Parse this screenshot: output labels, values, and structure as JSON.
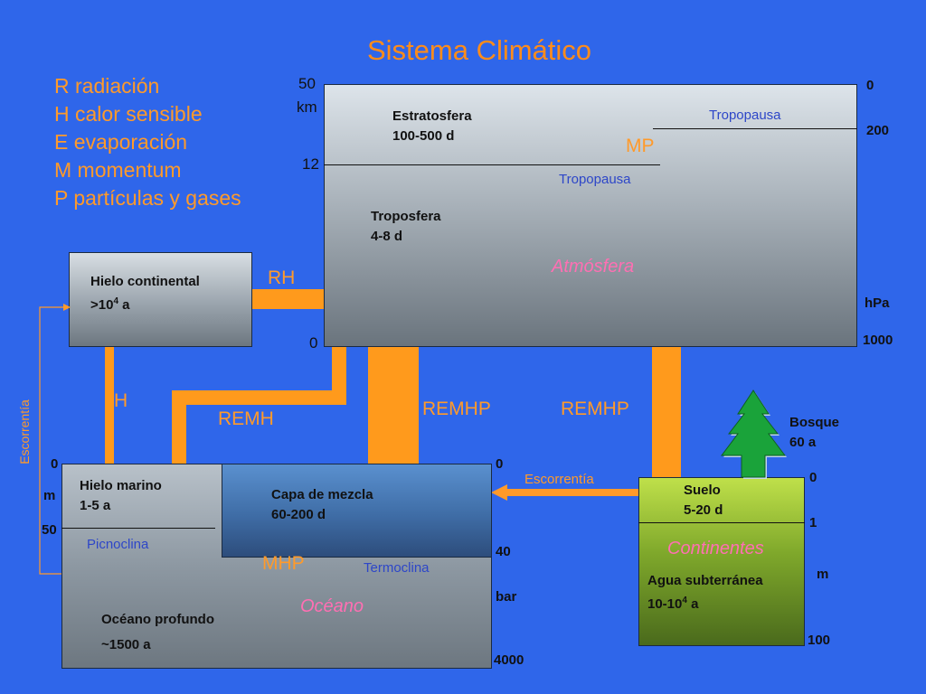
{
  "title": "Sistema Climático",
  "legend": [
    "R radiación",
    "H calor sensible",
    "E evaporación",
    "M momentum",
    "P partículas y gases"
  ],
  "atmosphere": {
    "name": "Atmósfera",
    "stratosphere": "Estratosfera",
    "stratosphere_time": "100-500 d",
    "troposphere": "Troposfera",
    "troposphere_time": "4-8 d",
    "tropopause": "Tropopausa",
    "left_axis": {
      "top": "50",
      "unit": "km",
      "mid": "12",
      "bottom": "0"
    },
    "right_axis": {
      "top": "0",
      "mid": "200",
      "unit": "hPa",
      "bottom": "1000"
    },
    "mp": "MP"
  },
  "ice": {
    "name": "Hielo continental",
    "time_prefix": ">10",
    "time_exp": "4",
    "time_suffix": " a"
  },
  "fluxes": {
    "rh": "RH",
    "h": "H",
    "remh": "REMH",
    "remhp_1": "REMHP",
    "remhp_2": "REMHP",
    "mhp": "MHP"
  },
  "runoff": {
    "vertical": "Escorrentía",
    "horizontal": "Escorrentía"
  },
  "ocean": {
    "name": "Océano",
    "sea_ice": "Hielo marino",
    "sea_ice_time": "1-5 a",
    "mixed_layer": "Capa de mezcla",
    "mixed_layer_time": "60-200 d",
    "picnocline": "Picnoclina",
    "thermocline": "Termoclina",
    "deep": "Océano profundo",
    "deep_time": "~1500 a",
    "left_axis": {
      "top": "0",
      "unit": "m",
      "mid": "50"
    },
    "right_axis": {
      "top": "0",
      "mid": "40",
      "unit": "bar",
      "bottom": "4000"
    }
  },
  "land": {
    "name": "Continentes",
    "soil": "Suelo",
    "soil_time": "5-20 d",
    "groundwater": "Agua subterránea",
    "groundwater_time_prefix": "10-10",
    "groundwater_time_exp": "4",
    "groundwater_time_suffix": " a",
    "forest": "Bosque",
    "forest_time": "60 a",
    "right_axis": {
      "top": "0",
      "mid": "1",
      "unit": "m",
      "bottom": "100"
    }
  },
  "colors": {
    "background": "#2f66ea",
    "pipe": "#ff9a1c",
    "title": "#ff8c1a",
    "tree": "#1aa33a"
  }
}
